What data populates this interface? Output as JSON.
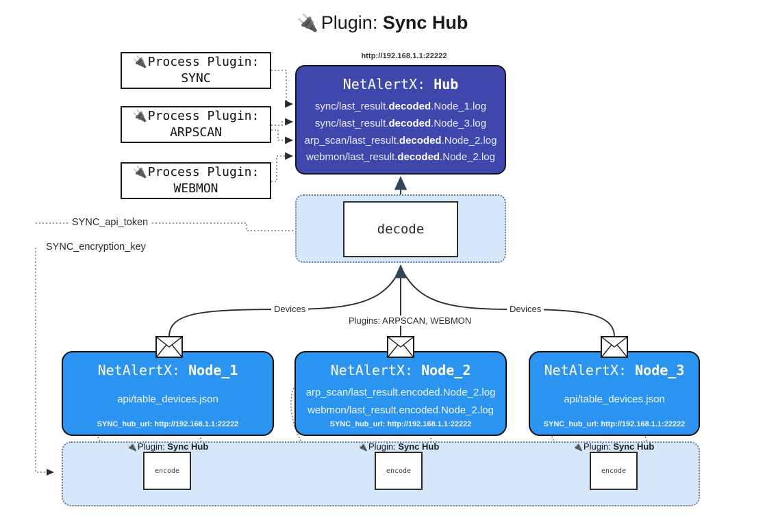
{
  "title": {
    "icon": "plug-icon",
    "prefix": "Plugin:",
    "name": "Sync Hub"
  },
  "process_plugins": [
    {
      "icon": "plug-icon",
      "label": "Process Plugin:",
      "name": "SYNC"
    },
    {
      "icon": "plug-icon",
      "label": "Process Plugin:",
      "name": "ARPSCAN"
    },
    {
      "icon": "plug-icon",
      "label": "Process Plugin:",
      "name": "WEBMON"
    }
  ],
  "hub": {
    "url": "http://192.168.1.1:22222",
    "title_prefix": "NetAlertX:",
    "title_name": "Hub",
    "files": [
      {
        "pre": "sync/last_result.",
        "mid": "decoded",
        "post": ".Node_1.log"
      },
      {
        "pre": "sync/last_result.",
        "mid": "decoded",
        "post": ".Node_3.log"
      },
      {
        "pre": "arp_scan/last_result.",
        "mid": "decoded",
        "post": ".Node_2.log"
      },
      {
        "pre": "webmon/last_result.",
        "mid": "decoded",
        "post": ".Node_2.log"
      }
    ]
  },
  "decode": {
    "label": "decode"
  },
  "tokens": {
    "api_token": "SYNC_api_token",
    "encryption_key": "SYNC_encryption_key"
  },
  "edge_labels": {
    "devices_left": "Devices",
    "devices_right": "Devices",
    "plugins_mid": "Plugins: ARPSCAN, WEBMON"
  },
  "nodes": [
    {
      "icon": "envelope-icon",
      "title_prefix": "NetAlertX:",
      "title_name": "Node_1",
      "lines": [
        "api/table_devices.json"
      ],
      "footer": "SYNC_hub_url: http://192.168.1.1:22222"
    },
    {
      "icon": "envelope-icon",
      "title_prefix": "NetAlertX:",
      "title_name": "Node_2",
      "lines": [
        "arp_scan/last_result.encoded.Node_2.log",
        "webmon/last_result.encoded.Node_2.log"
      ],
      "footer": "SYNC_hub_url: http://192.168.1.1:22222"
    },
    {
      "icon": "envelope-icon",
      "title_prefix": "NetAlertX:",
      "title_name": "Node_3",
      "lines": [
        "api/table_devices.json"
      ],
      "footer": "SYNC_hub_url: http://192.168.1.1:22222"
    }
  ],
  "encoders": [
    {
      "caption_prefix": "Plugin:",
      "caption_name": "Sync Hub",
      "label": "encode"
    },
    {
      "caption_prefix": "Plugin:",
      "caption_name": "Sync Hub",
      "label": "encode"
    },
    {
      "caption_prefix": "Plugin:",
      "caption_name": "Sync Hub",
      "label": "encode"
    }
  ],
  "colors": {
    "hub_fill": "#3f47ad",
    "node_fill": "#2b94f0",
    "container_fill": "#d6e7fa",
    "edge_stroke": "#2b2b2b",
    "dotted_stroke": "#6f7b87"
  }
}
